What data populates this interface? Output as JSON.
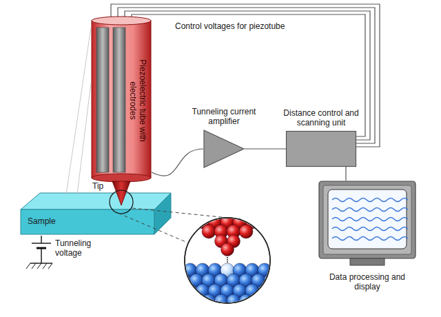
{
  "diagram": {
    "nodes": [
      {
        "text": [
          "Piezoelectric tube with electrodes"
        ]
      },
      {
        "text": [
          "Sample"
        ]
      },
      {
        "text": [
          "Tunneling current amplifier"
        ]
      },
      {
        "text": [
          "Distance control and scanning unit"
        ]
      },
      {
        "text": [
          "Data processing and display"
        ]
      }
    ],
    "edges": [
      {
        "from": 0,
        "to": 2,
        "arrow": "none"
      },
      {
        "from": 2,
        "to": 3,
        "arrow": "none"
      },
      {
        "from": 3,
        "to": 4,
        "arrow": "none"
      },
      {
        "from": 3,
        "to": 0,
        "label": "Control voltages for piezotube",
        "arrow": "none"
      }
    ],
    "labels": [
      "Tip",
      "Tunneling voltage"
    ]
  }
}
